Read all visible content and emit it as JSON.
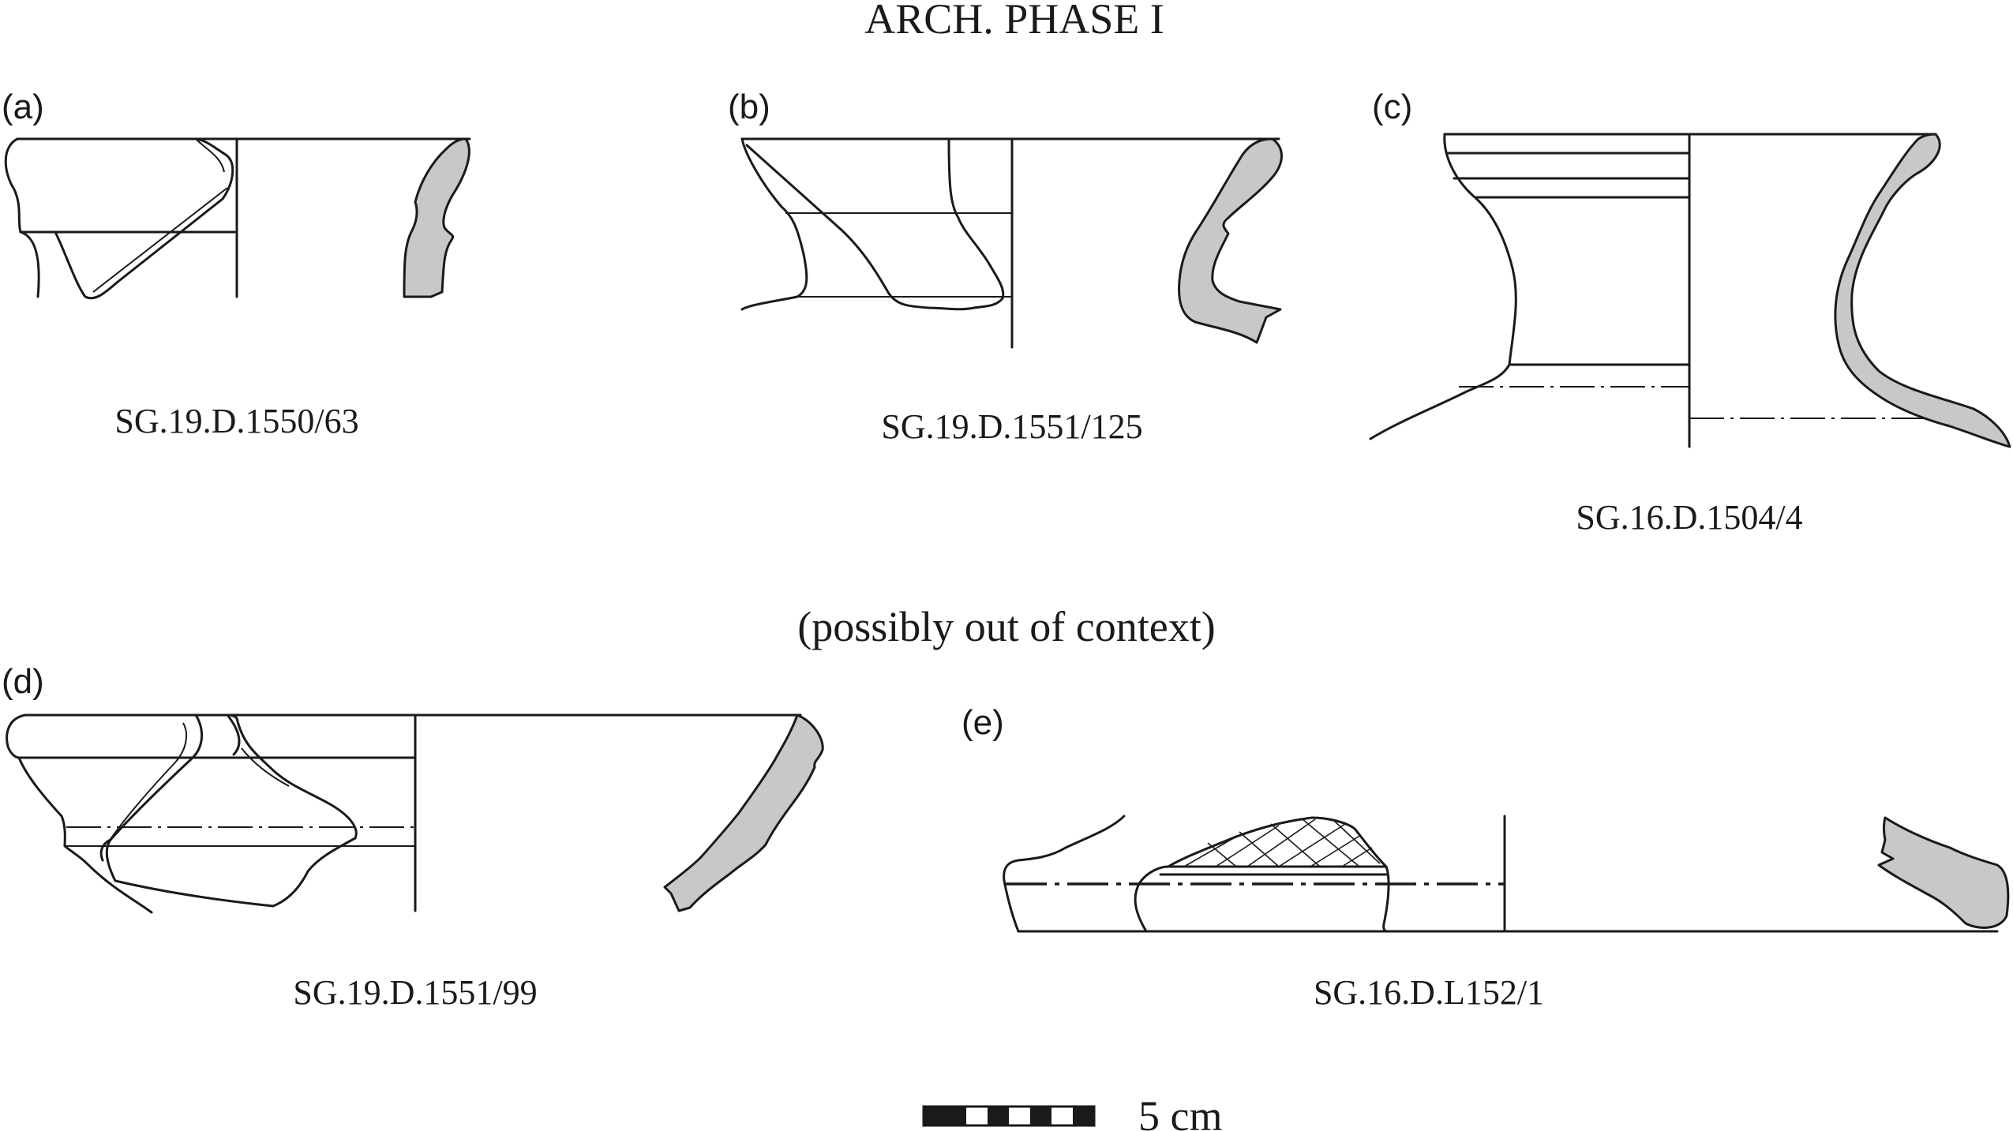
{
  "title": "ARCH. PHASE I",
  "subtitle": "(possibly out of context)",
  "scale_label": "5 cm",
  "colors": {
    "line": "#1a1a1a",
    "section_fill": "#c8c8c8",
    "background": "#ffffff"
  },
  "figures": [
    {
      "letter": "(a)",
      "caption": "SG.19.D.1550/63"
    },
    {
      "letter": "(b)",
      "caption": "SG.19.D.1551/125"
    },
    {
      "letter": "(c)",
      "caption": "SG.16.D.1504/4"
    },
    {
      "letter": "(d)",
      "caption": "SG.19.D.1551/99"
    },
    {
      "letter": "(e)",
      "caption": "SG.16.D.L152/1"
    }
  ]
}
